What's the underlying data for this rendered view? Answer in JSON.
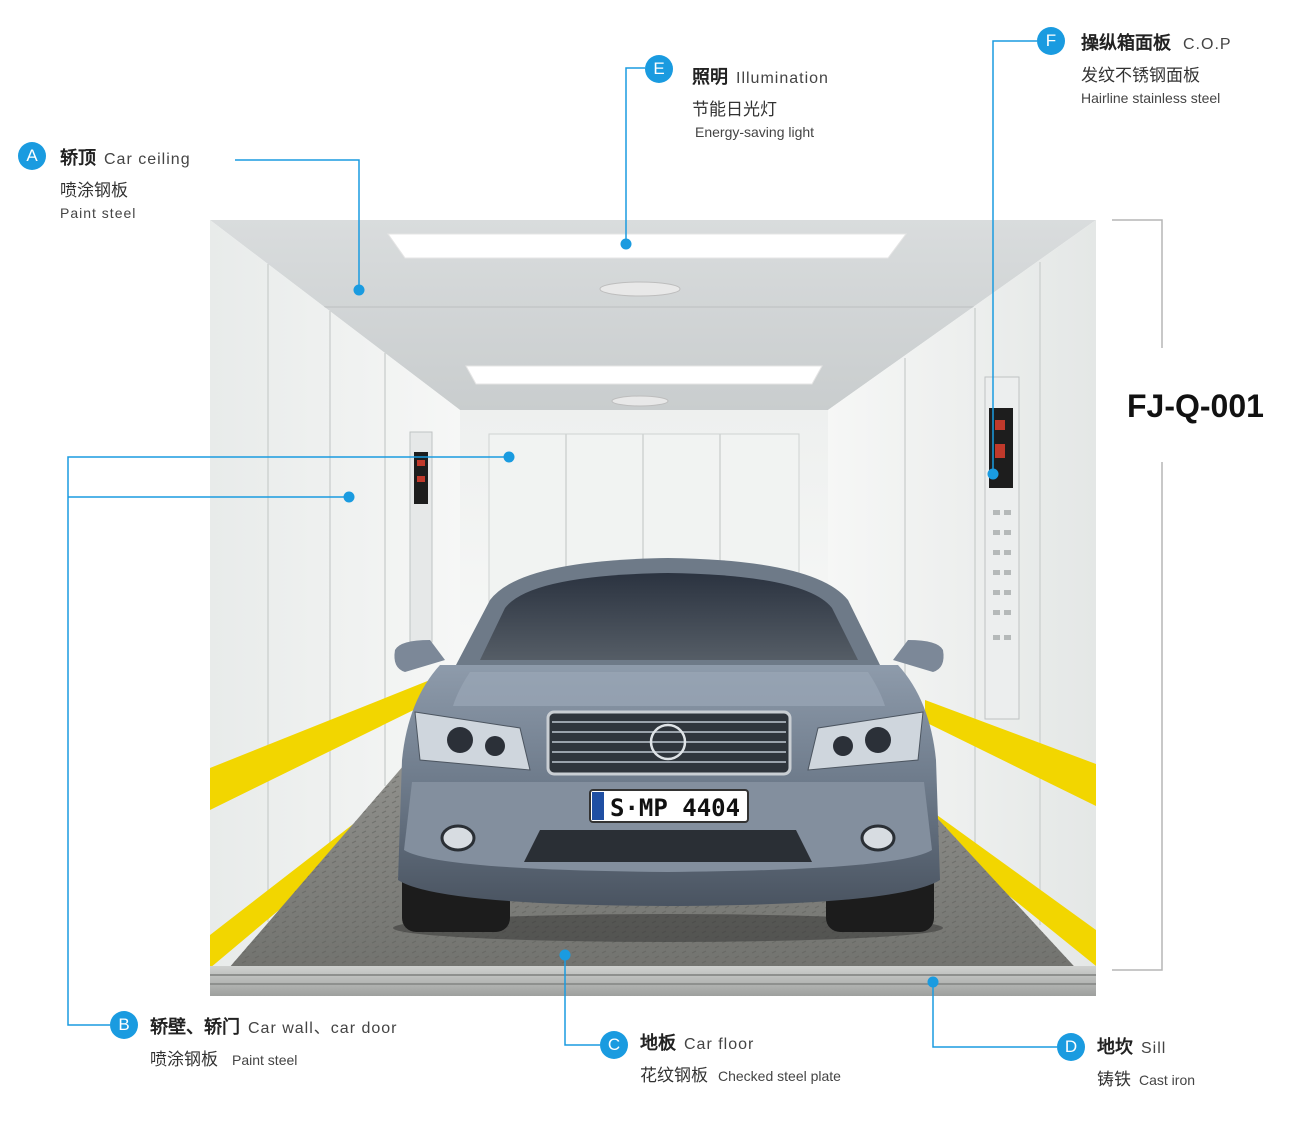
{
  "model_code": "FJ-Q-001",
  "accent_color": "#1a9be0",
  "stripe_color": "#f2d600",
  "car": {
    "plate": "S·MP 4404"
  },
  "callouts": {
    "A": {
      "letter": "A",
      "zh": "轿顶",
      "en": "Car ceiling",
      "material_zh": "喷涂钢板",
      "material_en": "Paint steel"
    },
    "B": {
      "letter": "B",
      "zh": "轿壁、轿门",
      "en": "Car wall、car door",
      "material_zh": "喷涂钢板",
      "material_en": "Paint steel"
    },
    "C": {
      "letter": "C",
      "zh": "地板",
      "en": "Car floor",
      "material_zh": "花纹钢板",
      "material_en": "Checked steel plate"
    },
    "D": {
      "letter": "D",
      "zh": "地坎",
      "en": "Sill",
      "material_zh": "铸铁",
      "material_en": "Cast iron"
    },
    "E": {
      "letter": "E",
      "zh": "照明",
      "en": "Illumination",
      "material_zh": "节能日光灯",
      "material_en": "Energy-saving light"
    },
    "F": {
      "letter": "F",
      "zh": "操纵箱面板",
      "en": "C.O.P",
      "material_zh": "发纹不锈钢面板",
      "material_en": "Hairline stainless steel"
    }
  },
  "icons": [
    "light-panel-icon",
    "cop-panel-icon",
    "car-illustration"
  ]
}
